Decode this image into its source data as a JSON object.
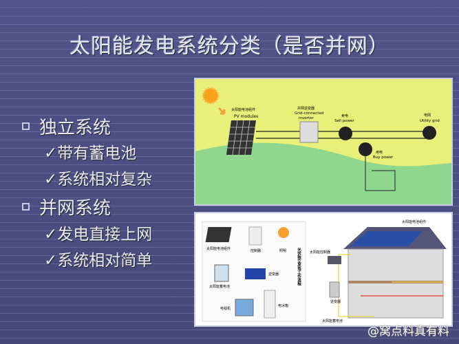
{
  "title": "太阳能发电系统分类（是否并网）",
  "bullets": [
    {
      "label": "独立系统",
      "items": [
        "带有蓄电池",
        "系统相对复杂"
      ]
    },
    {
      "label": "并网系统",
      "items": [
        "发电直接上网",
        "系统相对简单"
      ]
    }
  ],
  "check_mark": "✓",
  "grid_diagram": {
    "pv_cn": "太阳能电池组件",
    "pv_en": "PV modules",
    "inverter_cn": "并网逆变器",
    "inverter_en1": "Grid-connected",
    "inverter_en2": "inverter",
    "sell_cn": "卖电",
    "sell_en": "Sell power",
    "grid_cn": "电网",
    "grid_en": "Utility grid",
    "buy_cn": "用电",
    "buy_en": "Buy power"
  },
  "offgrid_diagram": {
    "pv": "太阳能电池组件",
    "controller": "控制器",
    "lighting": "照明",
    "battery": "太阳能蓄电池",
    "inverter": "逆变器",
    "tv": "电视机",
    "fridge": "电冰箱",
    "flow_title": "光伏独立发电工作流程",
    "house_pv": "太阳能电池组件",
    "house_controller": "太阳能控制器",
    "house_inverter": "逆变器",
    "house_battery": "太阳能蓄电池"
  },
  "watermark": "@窝点料真有料"
}
